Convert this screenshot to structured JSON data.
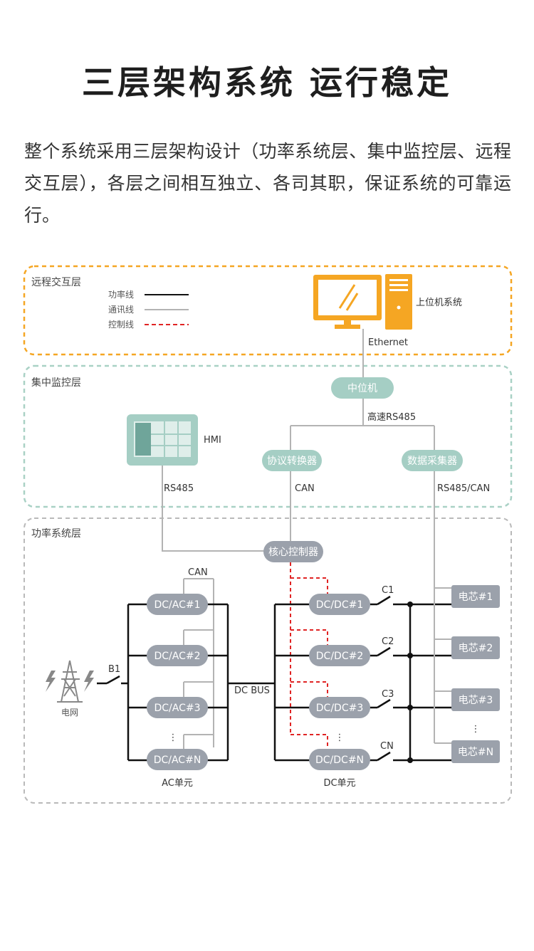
{
  "header": {
    "title": "三层架构系统  运行稳定",
    "intro": "整个系统采用三层架构设计（功率系统层、集中监控层、远程交互层），各层之间相互独立、各司其职，保证系统的可靠运行。"
  },
  "layers": {
    "remote": "远程交互层",
    "monitor": "集中监控层",
    "power": "功率系统层"
  },
  "legend": [
    {
      "label": "功率线"
    },
    {
      "label": "通讯线"
    },
    {
      "label": "控制线"
    }
  ],
  "remote": {
    "host_label": "上位机系统",
    "ethernet": "Ethernet"
  },
  "monitor": {
    "central": "中位机",
    "bus": "高速RS485",
    "hmi": "HMI",
    "protocol": "协议转换器",
    "collector": "数据采集器",
    "rs485": "RS485",
    "can": "CAN",
    "rs485can": "RS485/CAN"
  },
  "power": {
    "core": "核心控制器",
    "can": "CAN",
    "ac_units": [
      "DC/AC#1",
      "DC/AC#2",
      "DC/AC#3",
      "DC/AC#N"
    ],
    "dc_units": [
      "DC/DC#1",
      "DC/DC#2",
      "DC/DC#3",
      "DC/DC#N"
    ],
    "cells": [
      "电芯#1",
      "电芯#2",
      "电芯#3",
      "电芯#N"
    ],
    "switches": [
      "C1",
      "C2",
      "C3",
      "CN"
    ],
    "breaker": "B1",
    "grid": "电网",
    "dc_bus": "DC BUS",
    "ac_unit_label": "AC单元",
    "dc_unit_label": "DC单元",
    "dots": "⋮"
  },
  "colors": {
    "accent": "#f5a623",
    "teal": "#a5cec4",
    "gray_pill": "#9ba1ab",
    "comm_line": "#b3b3b3",
    "control_line": "#e02424",
    "power_line": "#111111"
  }
}
